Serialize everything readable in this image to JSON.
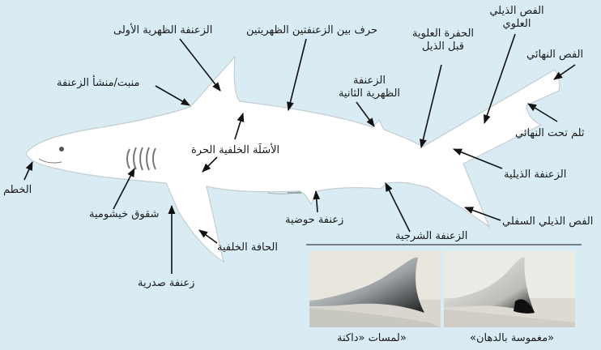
{
  "labels": {
    "first_dorsal": "الزعنفة الظهرية الأولى",
    "interdorsal_ridge": "حرف بين الزعنفتين الظهريتين",
    "upper_lobe": "الفص الذيلي العلوي",
    "precaudal_pit": "الحفرة العلوية قبل الذيل",
    "terminal_lobe": "الفص النهائي",
    "fin_origin": "منبت/منشأ الزعنفة",
    "second_dorsal": "الزعنفة الظهرية الثانية",
    "subterminal_notch": "ثلم تحت النهائي",
    "free_rear_tip": "الأسَلَة الخلفية الحرة",
    "snout": "الخطم",
    "caudal_fin": "الزعنفة الذيلية",
    "gill_slits": "شقوق خيشومية",
    "pelvic_fin": "زعنفة حوضية",
    "lower_lobe": "الفص الذيلي السفلي",
    "anal_fin": "الزعنفة الشرجية",
    "trailing_edge": "الحافة الخلفية",
    "pectoral_fin": "زعنفة صدرية"
  },
  "inset": {
    "caption_left": "لمسات «داكنة»",
    "caption_right": "«مغموسة بالدهان»"
  },
  "colors": {
    "background": "#d9ecf4",
    "shark_body": "#ffffff",
    "outline": "#b9c6cc",
    "arrow": "#111111"
  }
}
